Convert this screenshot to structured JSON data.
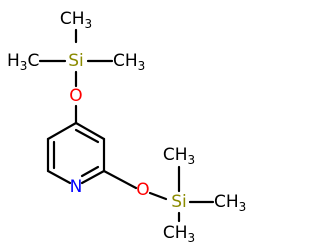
{
  "molecule": {
    "labels": {
      "si_top": "Si",
      "o_top": "O",
      "n_ring": "N",
      "o_bottom": "O",
      "si_bottom": "Si",
      "methyl_top_left": {
        "h": "H",
        "sub": "3",
        "c": "C"
      },
      "methyl_top_up": {
        "c": "CH",
        "sub": "3"
      },
      "methyl_top_right": {
        "c": "CH",
        "sub": "3"
      },
      "methyl_bottom_up": {
        "c": "CH",
        "sub": "3"
      },
      "methyl_bottom_right": {
        "c": "CH",
        "sub": "3"
      },
      "methyl_bottom_down": {
        "c": "CH",
        "sub": "3"
      }
    },
    "colors": {
      "carbon": "#000000",
      "silicon": "#8b8b00",
      "oxygen": "#ff0000",
      "nitrogen": "#0000ff"
    }
  }
}
